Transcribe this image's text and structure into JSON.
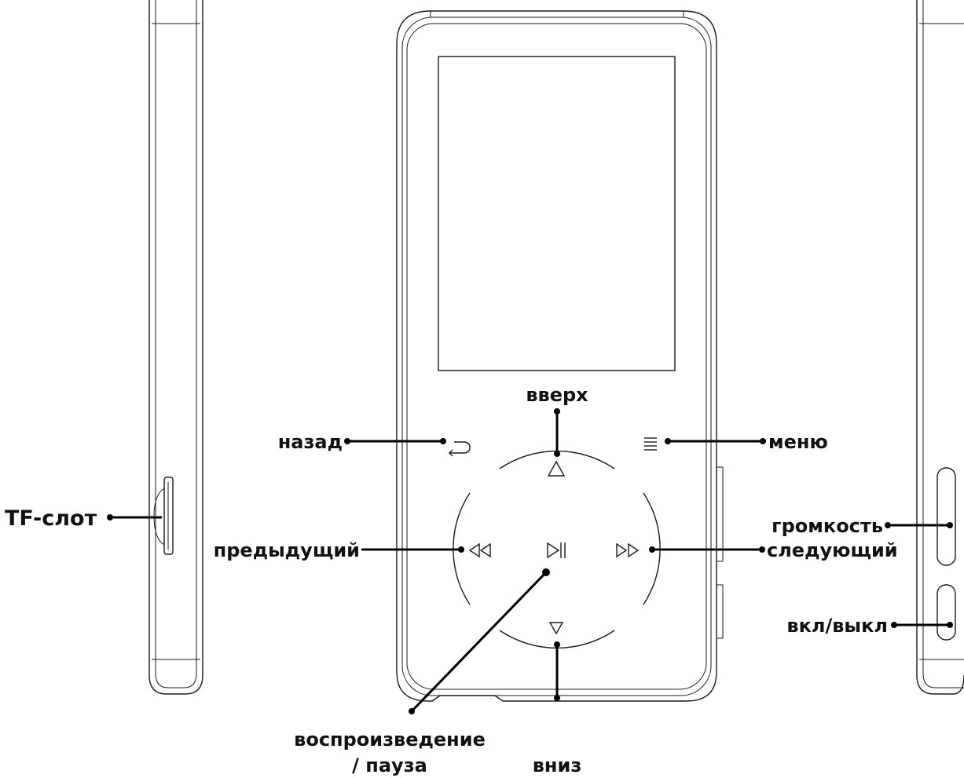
{
  "labels": {
    "tf_slot": "TF-слот",
    "back": "назад",
    "up": "вверх",
    "menu": "меню",
    "previous": "предыдущий",
    "next": "следующий",
    "volume": "громкость",
    "power": "вкл/выкл",
    "play_pause_line1": "воспроизведение",
    "play_pause_line2": "/ пауза",
    "down": "вниз"
  },
  "icons": {
    "back": "↩",
    "menu": "≡",
    "up": "△",
    "down": "▽",
    "previous": "◁◁",
    "next": "▷▷",
    "play_pause": "▷||"
  },
  "colors": {
    "line": "#1a1a1a",
    "label": "#111111",
    "background": "#ffffff"
  }
}
